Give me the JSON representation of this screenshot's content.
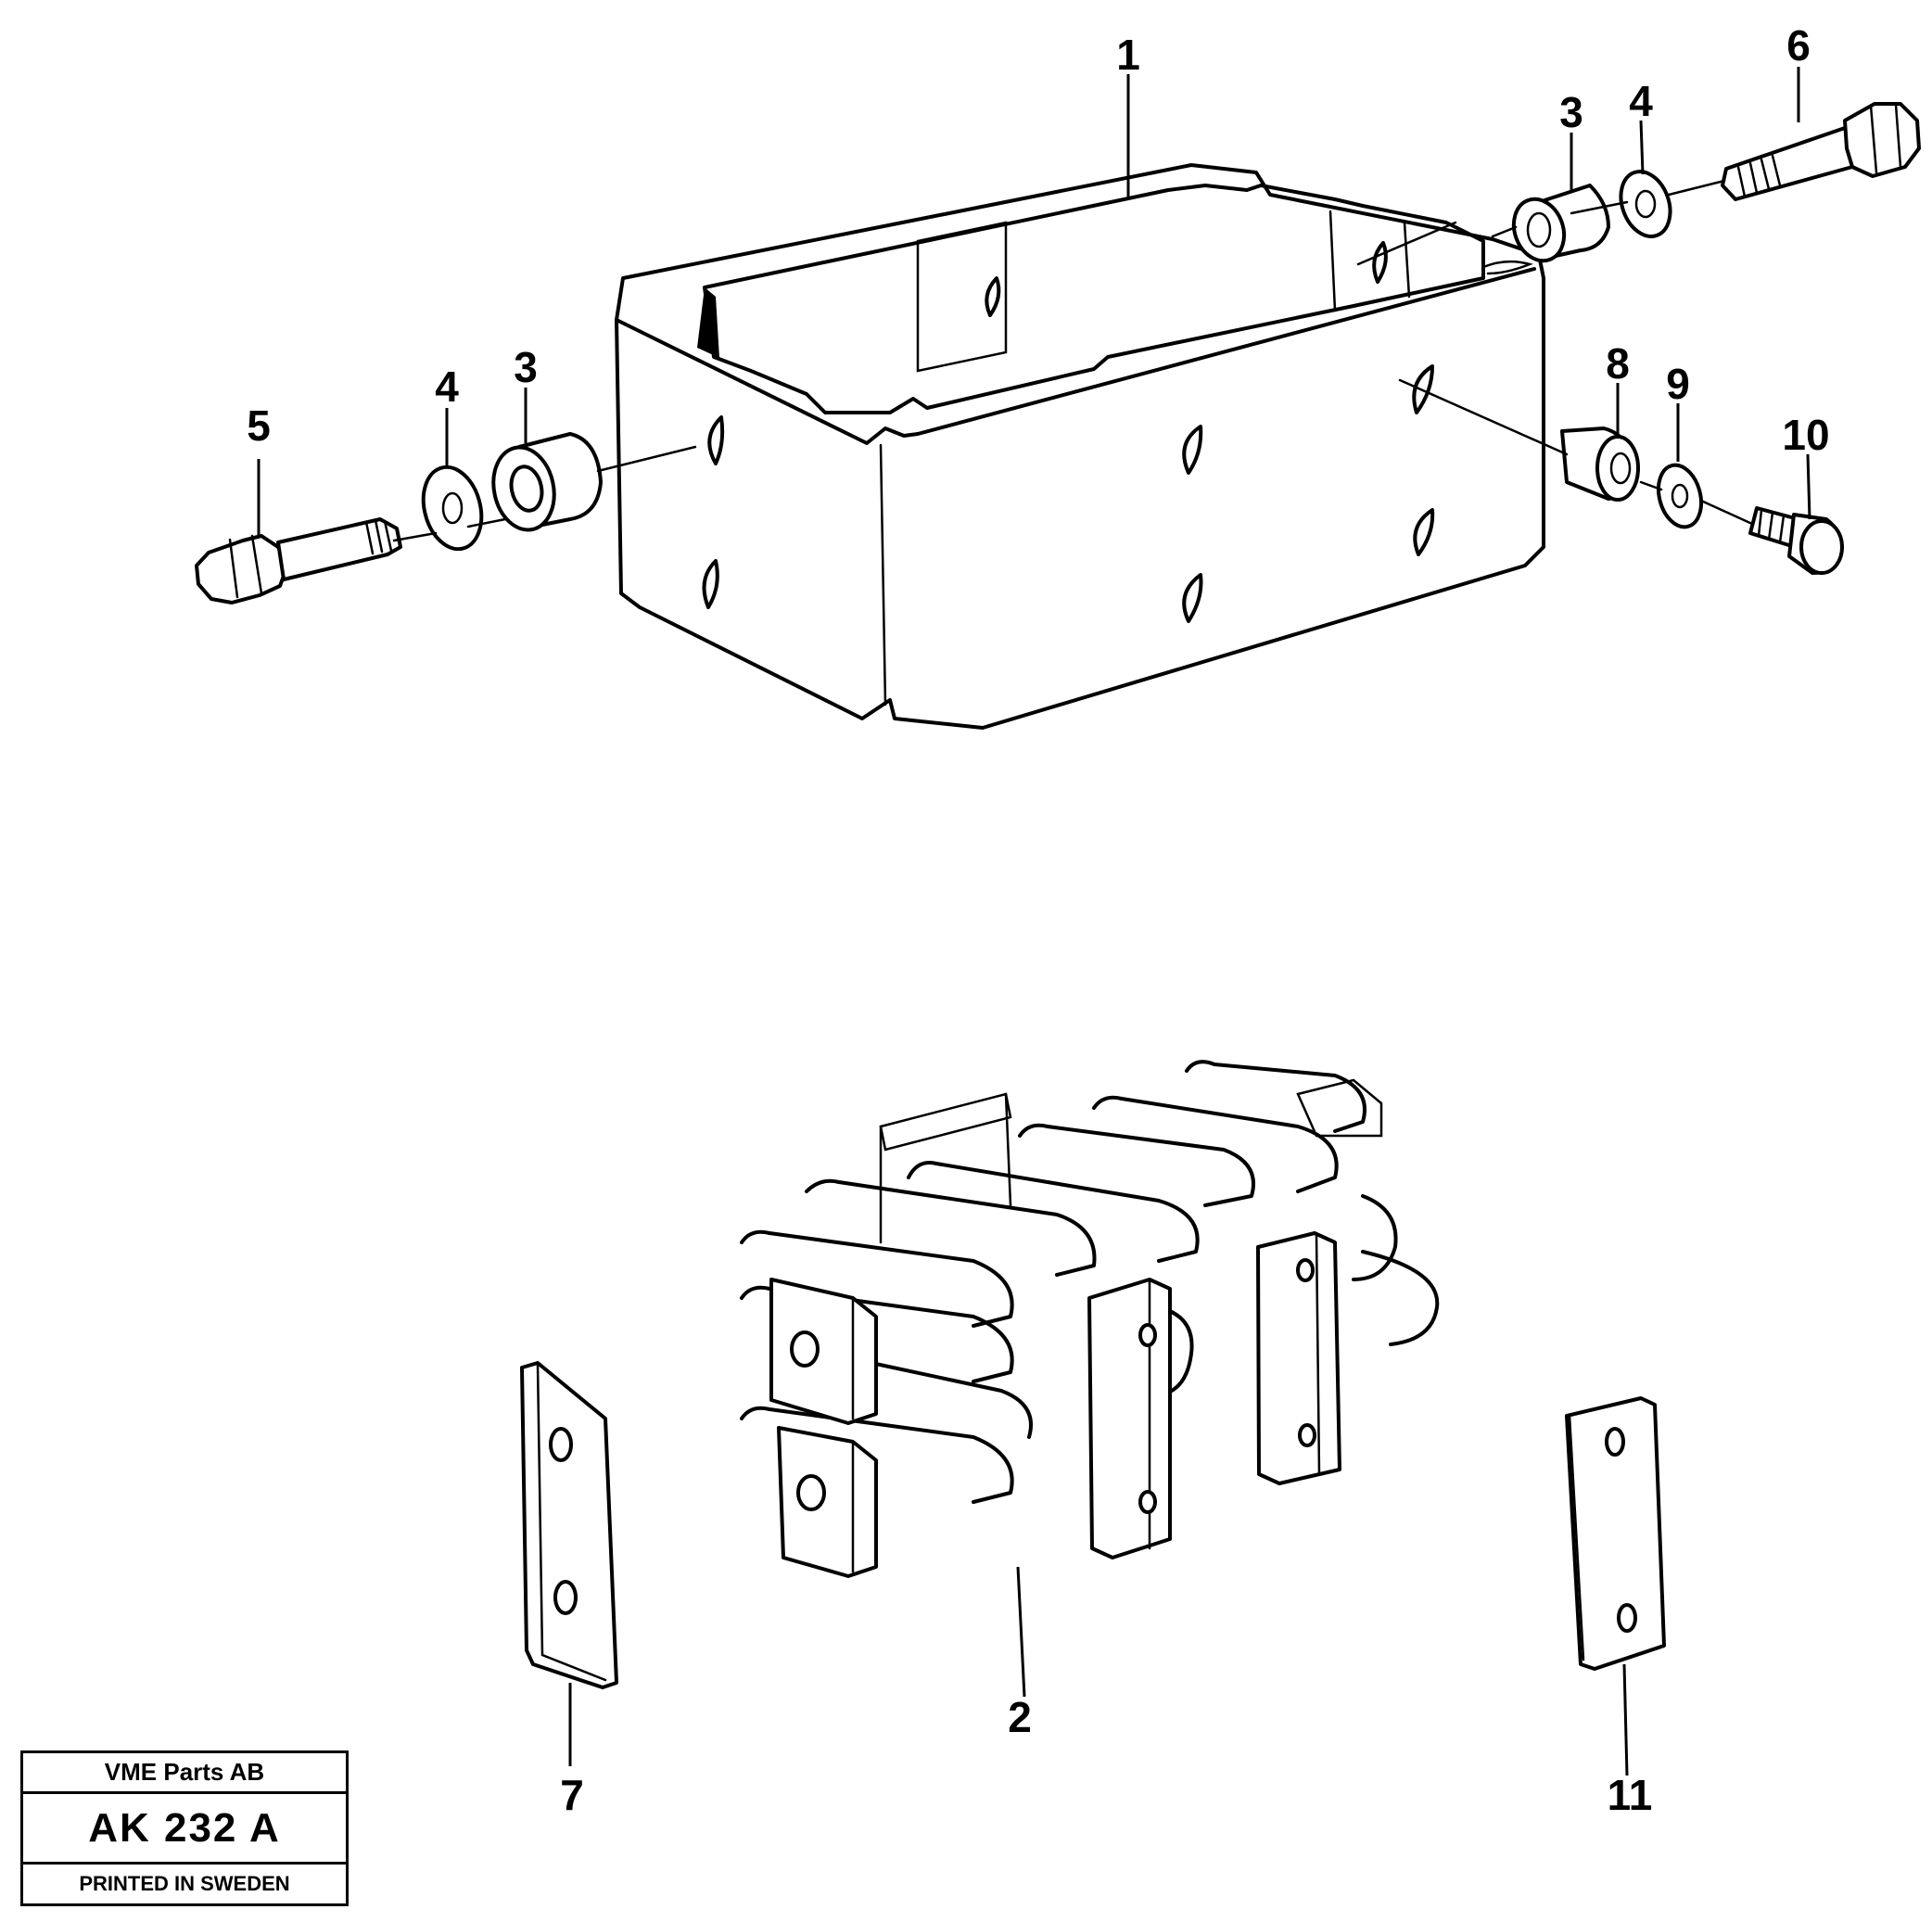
{
  "callouts": {
    "c1": "1",
    "c2": "2",
    "c3a": "3",
    "c3b": "3",
    "c4a": "4",
    "c4b": "4",
    "c5": "5",
    "c6": "6",
    "c7": "7",
    "c8": "8",
    "c9": "9",
    "c10": "10",
    "c11": "11"
  },
  "title_block": {
    "company": "VME Parts AB",
    "drawing_code": "AK 232 A",
    "printed": "PRINTED IN SWEDEN"
  }
}
